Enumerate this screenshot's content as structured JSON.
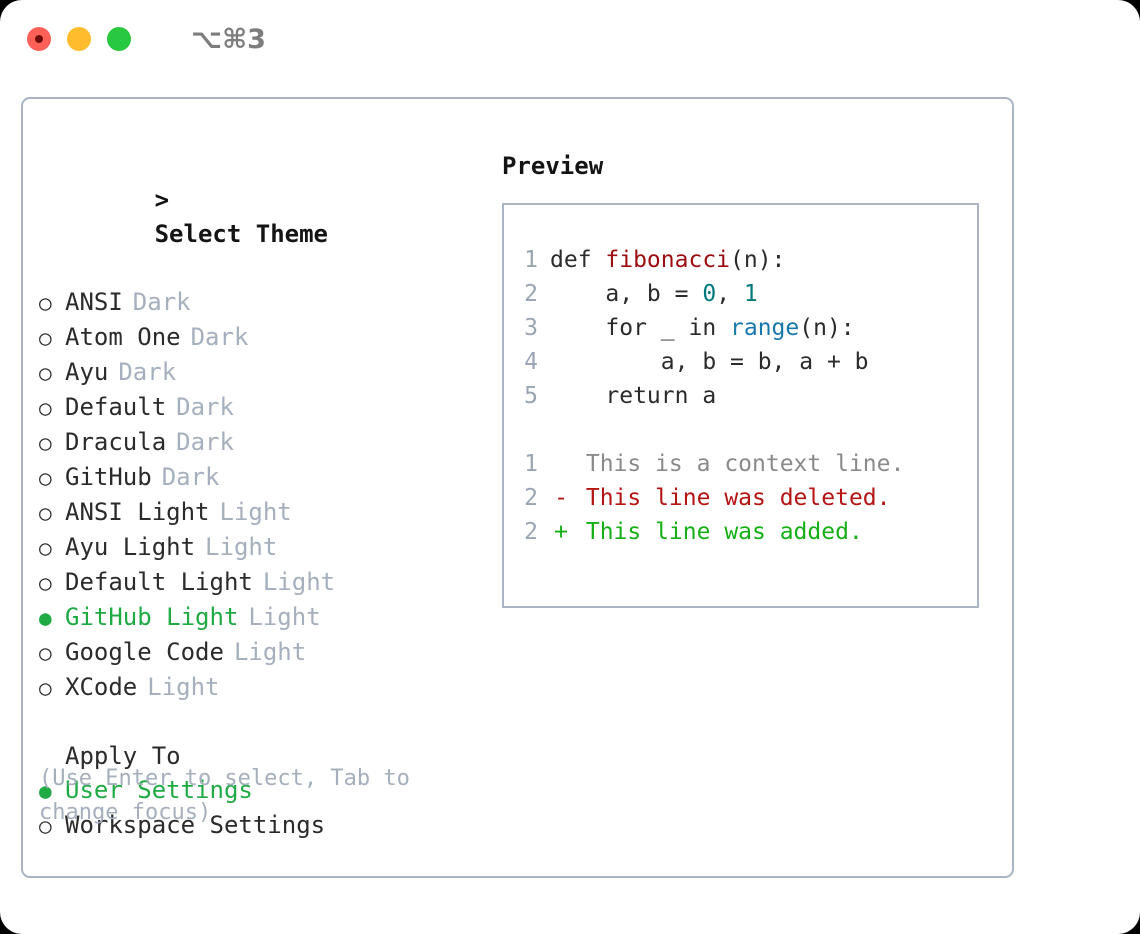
{
  "window": {
    "shortcut": "⌥⌘3",
    "traffic_lights": [
      "close-red",
      "minimize-yellow",
      "maximize-green"
    ]
  },
  "theme_picker": {
    "header": "Select Theme",
    "prompt_marker": ">",
    "bullet_selected": "●",
    "bullet_unselected": "○",
    "accent_color": "#1faa44",
    "items": [
      {
        "name": "ANSI",
        "kind": "Dark",
        "selected": false
      },
      {
        "name": "Atom One",
        "kind": "Dark",
        "selected": false
      },
      {
        "name": "Ayu",
        "kind": "Dark",
        "selected": false
      },
      {
        "name": "Default",
        "kind": "Dark",
        "selected": false
      },
      {
        "name": "Dracula",
        "kind": "Dark",
        "selected": false
      },
      {
        "name": "GitHub",
        "kind": "Dark",
        "selected": false
      },
      {
        "name": "ANSI Light",
        "kind": "Light",
        "selected": false
      },
      {
        "name": "Ayu Light",
        "kind": "Light",
        "selected": false
      },
      {
        "name": "Default Light",
        "kind": "Light",
        "selected": false
      },
      {
        "name": "GitHub Light",
        "kind": "Light",
        "selected": true
      },
      {
        "name": "Google Code",
        "kind": "Light",
        "selected": false
      },
      {
        "name": "XCode",
        "kind": "Light",
        "selected": false
      }
    ]
  },
  "apply_to": {
    "header": "Apply To",
    "items": [
      {
        "name": "User Settings",
        "selected": true
      },
      {
        "name": "Workspace Settings",
        "selected": false
      }
    ]
  },
  "hint": "(Use Enter to select, Tab to change focus)",
  "preview": {
    "title": "Preview",
    "code_lines": [
      {
        "num": "1",
        "tokens": [
          {
            "t": "def ",
            "c": "plain"
          },
          {
            "t": "fibonacci",
            "c": "function"
          },
          {
            "t": "(n):",
            "c": "plain"
          }
        ]
      },
      {
        "num": "2",
        "tokens": [
          {
            "t": "    a, b = ",
            "c": "plain"
          },
          {
            "t": "0",
            "c": "number"
          },
          {
            "t": ", ",
            "c": "plain"
          },
          {
            "t": "1",
            "c": "number"
          }
        ]
      },
      {
        "num": "3",
        "tokens": [
          {
            "t": "    for _ in ",
            "c": "plain"
          },
          {
            "t": "range",
            "c": "builtin"
          },
          {
            "t": "(n):",
            "c": "plain"
          }
        ]
      },
      {
        "num": "4",
        "tokens": [
          {
            "t": "        a, b = b, a + b",
            "c": "plain"
          }
        ]
      },
      {
        "num": "5",
        "tokens": [
          {
            "t": "    return a",
            "c": "plain"
          }
        ]
      }
    ],
    "diff_lines": [
      {
        "num": "1",
        "marker": " ",
        "text": "This is a context line.",
        "kind": "context"
      },
      {
        "num": "2",
        "marker": "-",
        "text": "This line was deleted.",
        "kind": "deleted"
      },
      {
        "num": "2",
        "marker": "+",
        "text": "This line was added.",
        "kind": "added"
      }
    ],
    "syntax_colors": {
      "function": "#9c0d12",
      "number": "#00797c",
      "builtin": "#1878ac",
      "plain": "#2b2b2b",
      "line_number": "#9aa5b4",
      "diff_context": "#8a8a8a",
      "diff_deleted": "#b41414",
      "diff_added": "#16b016"
    }
  }
}
